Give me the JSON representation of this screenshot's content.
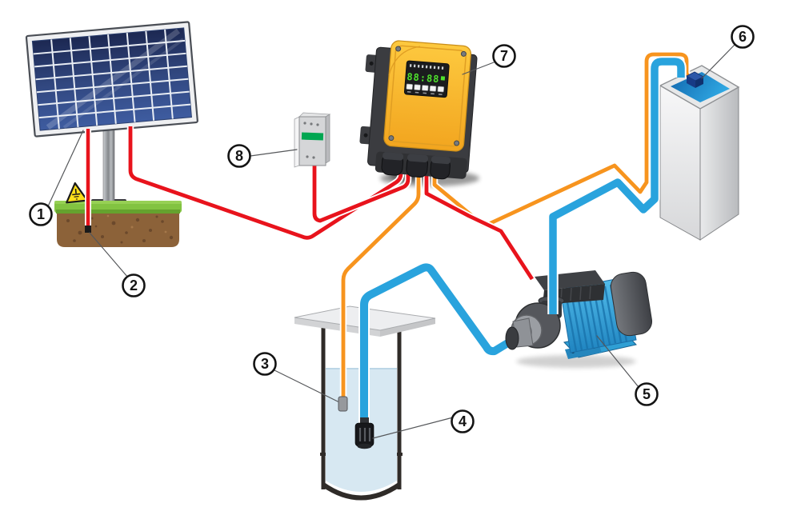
{
  "figure": {
    "kind": "technical-diagram",
    "subject": "solar water pumping system"
  },
  "callouts": [
    {
      "num": "1",
      "target": "solar-panel"
    },
    {
      "num": "2",
      "target": "ground-rod"
    },
    {
      "num": "3",
      "target": "well-level-sensor"
    },
    {
      "num": "4",
      "target": "foot-valve"
    },
    {
      "num": "5",
      "target": "surface-pump"
    },
    {
      "num": "6",
      "target": "tank-float-sensor"
    },
    {
      "num": "7",
      "target": "pump-controller"
    },
    {
      "num": "8",
      "target": "circuit-breaker"
    }
  ],
  "controller": {
    "display": "88:88"
  },
  "colors": {
    "wire_red": "#E8131C",
    "wire_orange": "#F7941E",
    "pipe_blue": "#29A3DD",
    "well_water": "#D7E8F2",
    "tank_water_dark": "#1166AD",
    "tank_water_light": "#2FA7E2",
    "controller_yellow": "#F9B233",
    "display_green": "#4FE22C",
    "breaker_green": "#00A651",
    "grass_green": "#82C341",
    "soil_brown": "#8C6239",
    "panel_cell_blue": "#2B3A6B"
  }
}
